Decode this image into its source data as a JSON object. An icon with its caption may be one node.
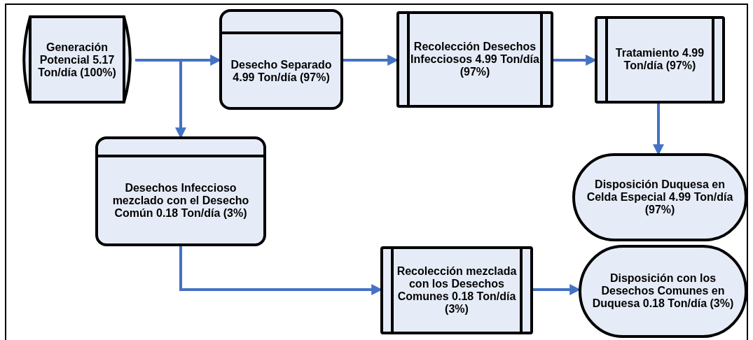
{
  "diagram": {
    "nodes": [
      {
        "text": [
          "Generación Potencial 5.17 Ton/día (100%)"
        ]
      },
      {
        "text": [
          "Desecho Separado 4.99 Ton/día (97%)"
        ]
      },
      {
        "text": [
          "Recolección Desechos Infecciosos 4.99 Ton/día (97%)"
        ]
      },
      {
        "text": [
          "Tratamiento 4.99 Ton/día (97%)"
        ]
      },
      {
        "text": [
          "Desechos Infeccioso mezclado con el Desecho Común 0.18 Ton/día (3%)"
        ]
      },
      {
        "text": [
          "Disposición Duquesa en Celda Especial 4.99 Ton/día (97%)"
        ]
      },
      {
        "text": [
          "Recolección mezclada con los Desechos Comunes 0.18 Ton/día (3%)"
        ]
      },
      {
        "text": [
          "Disposición con los Desechos Comunes en Duquesa 0.18 Ton/día (3%)"
        ]
      }
    ],
    "edges": [
      {
        "from": 0,
        "to": 1,
        "arrow": "to"
      },
      {
        "from": 0,
        "to": 4,
        "arrow": "to"
      },
      {
        "from": 1,
        "to": 2,
        "arrow": "to"
      },
      {
        "from": 2,
        "to": 3,
        "arrow": "to"
      },
      {
        "from": 3,
        "to": 5,
        "arrow": "to"
      },
      {
        "from": 4,
        "to": 6,
        "arrow": "to"
      },
      {
        "from": 6,
        "to": 7,
        "arrow": "to"
      }
    ]
  }
}
